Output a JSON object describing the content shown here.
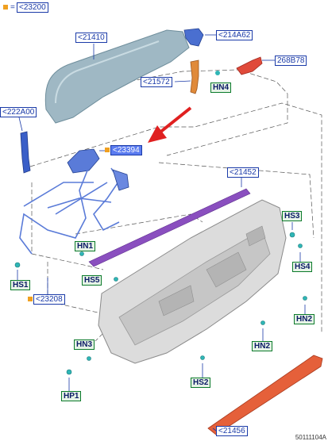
{
  "header": {
    "equals": "=",
    "ref": "<23200"
  },
  "labels": {
    "l21410": "<21410",
    "l214a62": "<214A62",
    "l268b78": "268B78",
    "l21572": "<21572",
    "hn4": "HN4",
    "l222a00": "<222A00",
    "l23394": "<23394",
    "l21452": "<21452",
    "hs3": "HS3",
    "hn1": "HN1",
    "hs4": "HS4",
    "hs5": "HS5",
    "hs1": "HS1",
    "l23208": "<23208",
    "hn2": "HN2",
    "hn3": "HN3",
    "hn2b": "HN2",
    "hs2": "HS2",
    "hp1": "HP1",
    "l21456": "<21456"
  },
  "footer": {
    "code": "50111104A"
  },
  "colors": {
    "label_border": "#1a3aa8",
    "hs_fill": "#e6f3e6",
    "hs_border": "#0b7a2a",
    "highlight": "#5b7cf0",
    "arrow": "#e02020",
    "glass": "#9fb8c4",
    "trim_strip": "#8a4fbf",
    "weatherstrip": "#e5603a",
    "regulator": "#5a7bd8",
    "marker": "#f0a020"
  }
}
